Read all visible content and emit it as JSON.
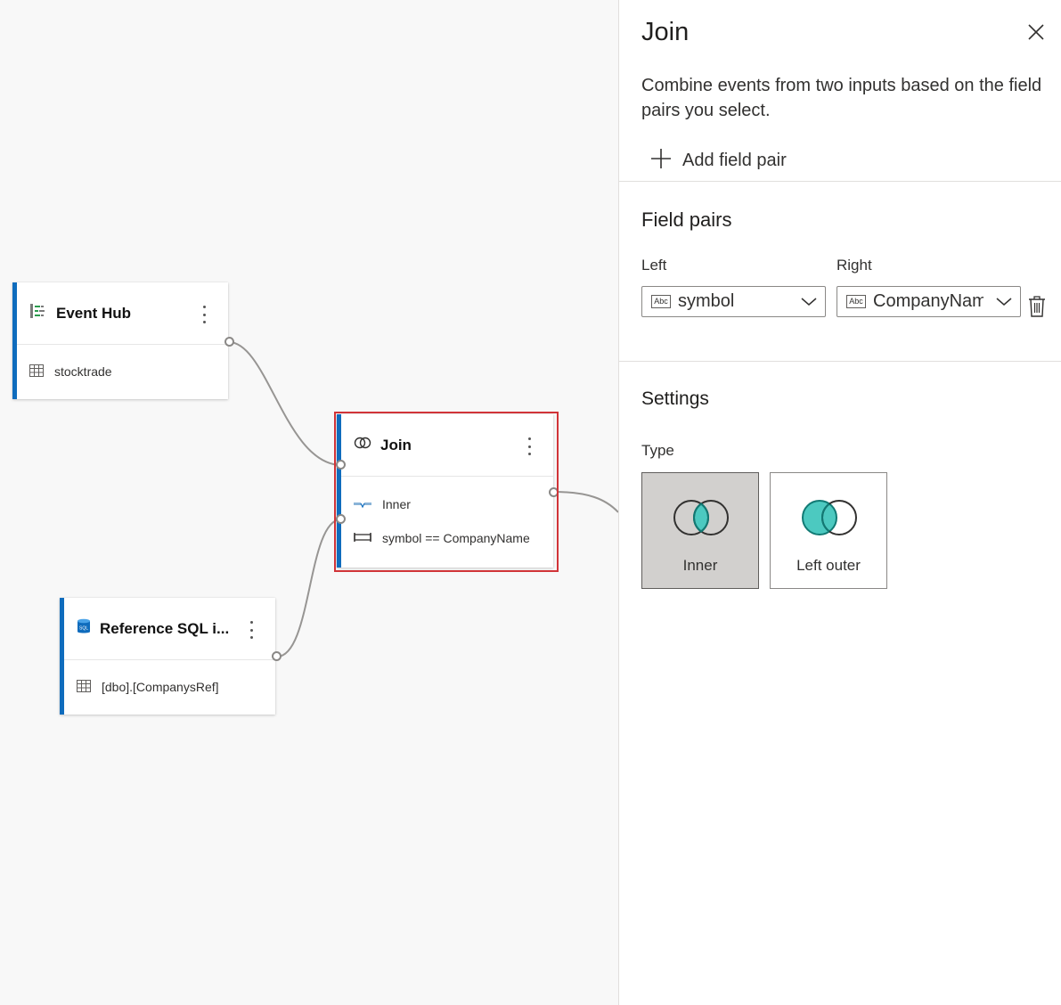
{
  "canvas": {
    "nodes": {
      "event_hub": {
        "title": "Event Hub",
        "row": "stocktrade"
      },
      "join": {
        "title": "Join",
        "row_type": "Inner",
        "row_condition": "symbol == CompanyName"
      },
      "reference_sql": {
        "title": "Reference SQL i...",
        "row": "[dbo].[CompanysRef]"
      }
    }
  },
  "panel": {
    "title": "Join",
    "description": "Combine events from two inputs based on the field pairs you select.",
    "add_field_pair": "Add field pair",
    "field_pairs": {
      "heading": "Field pairs",
      "left_label": "Left",
      "right_label": "Right",
      "left_value": "symbol",
      "right_value": "CompanyName",
      "type_badge": "Abc"
    },
    "settings": {
      "heading": "Settings",
      "type_label": "Type",
      "options": [
        "Inner",
        "Left outer"
      ],
      "selected": "Inner"
    }
  },
  "colors": {
    "accent": "#0f6cbd",
    "selection_outline": "#d13438",
    "venn_teal": "#4cc9c0"
  }
}
